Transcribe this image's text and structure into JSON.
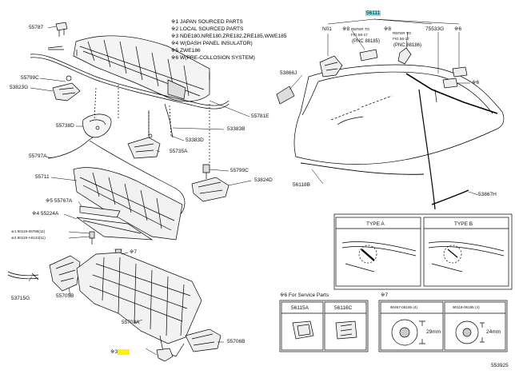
{
  "notes": [
    "※1 JAPAN SOURCED PARTS",
    "※2 LOCAL SOURCED PARTS",
    "※3 NDE180,NRE180,ZRE182,ZRE185,WWE185",
    "※4 W(DASH PANEL INSULATOR)",
    "※5 ZWE186",
    "※6 W(PRE-COLLOSION SYSTEM)"
  ],
  "callouts": {
    "c55787": "55787",
    "c53823G": "53823G",
    "c55799C_a": "55799C",
    "c55738D": "55738D",
    "c55797A": "55797A",
    "c55711": "55711",
    "c55767A": "※5 55767A",
    "c55224A": "※4 55224A",
    "c90119a": "※1 90119-06786(11)",
    "c90119b": "※2 90119-A0134(11)",
    "c7": "※7",
    "c53715G": "53715G",
    "c55705B": "55705B",
    "c55703A": "55703A",
    "c3": "※3",
    "c55706B": "55706B",
    "c55781E": "55781E",
    "c53383B": "53383B",
    "c53383D": "53383D",
    "c55735A": "55735A",
    "c55799C_b": "55799C",
    "c53824D": "53824D",
    "c53866J": "53866J",
    "c56111": "56111",
    "cN01": "N01",
    "cRefer8a": "※8",
    "cRefer8b": "※8",
    "c75533G": "75533G",
    "c6a": "※6",
    "c6b": "※6",
    "c56118B": "56118B",
    "c53867H": "53867H"
  },
  "refer_left": [
    "REFER TO",
    "FIG 56-17",
    "(PNC 88185)"
  ],
  "refer_right": [
    "REFER TO",
    "FIG 56-17",
    "(PNC 88186)"
  ],
  "types": {
    "a": "TYPE A",
    "b": "TYPE B"
  },
  "service": {
    "header": "※6 For Service Parts",
    "part_a": "56115A",
    "part_b": "56116C"
  },
  "clips": {
    "header": "※7",
    "a_part": "90467-06165 (4)",
    "a_size": "29mm",
    "b_part": "90119-06185 (4)",
    "b_size": "24mm"
  },
  "figure_number": "553925"
}
